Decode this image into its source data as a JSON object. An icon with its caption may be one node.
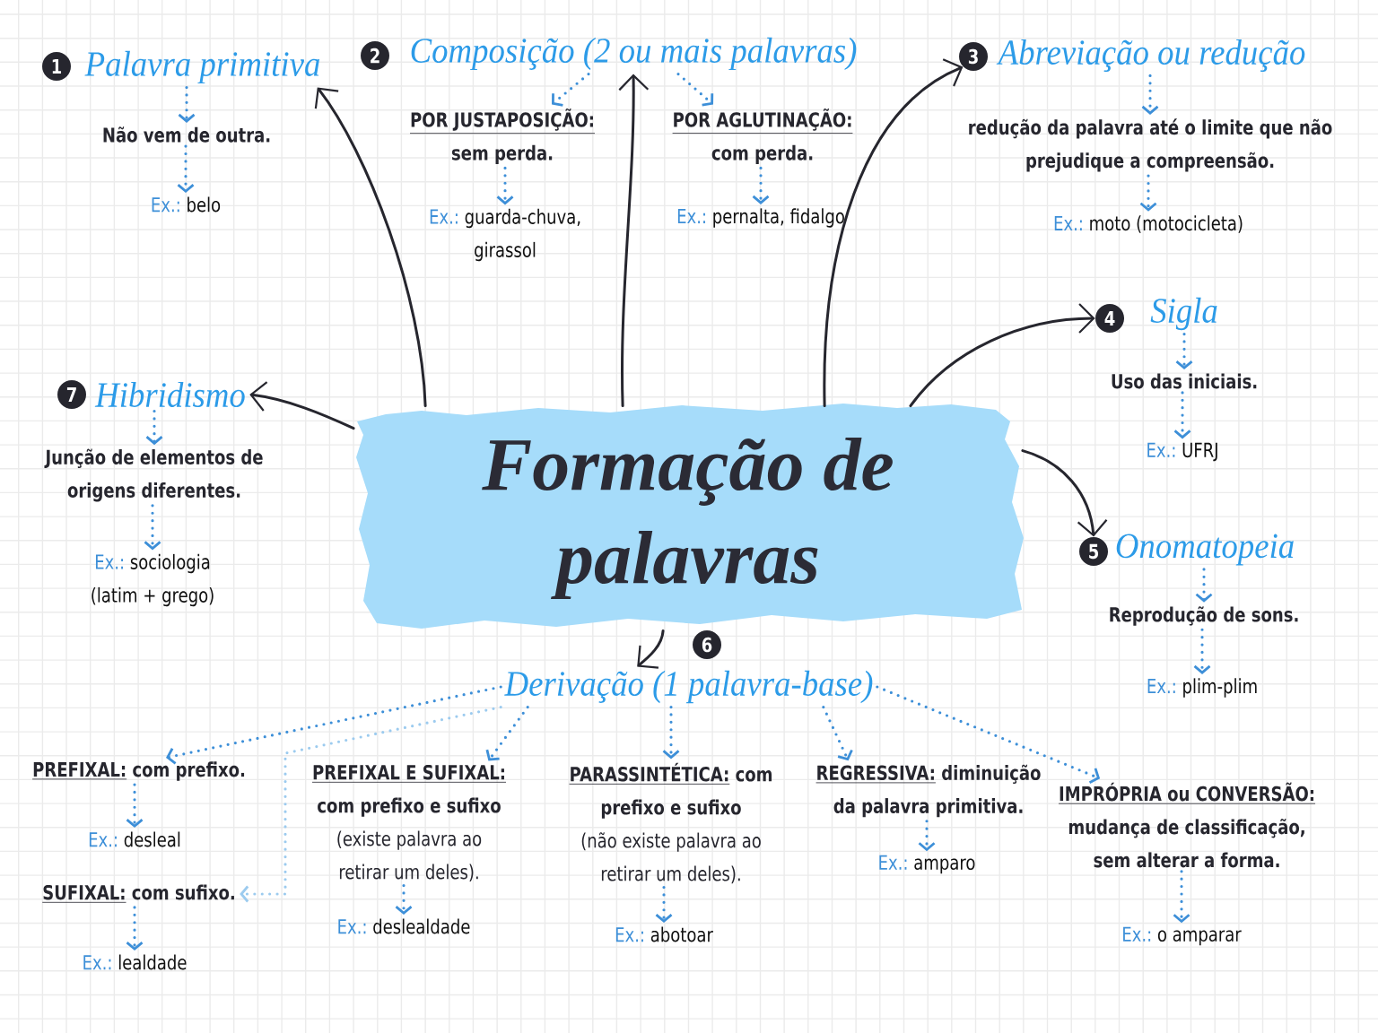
{
  "diagram": {
    "nodes": [
      {
        "text": [
          "Formação de palavras"
        ]
      },
      {
        "text": [
          "1",
          "Palavra primitiva"
        ]
      },
      {
        "text": [
          "Não vem de outra."
        ]
      },
      {
        "text": [
          "Ex.:",
          "belo"
        ]
      },
      {
        "text": [
          "2",
          "Composição (2 ou mais palavras)"
        ]
      },
      {
        "text": [
          "POR JUSTAPOSIÇÃO:",
          "sem perda."
        ]
      },
      {
        "text": [
          "Ex.:",
          "guarda-chuva, girassol"
        ]
      },
      {
        "text": [
          "POR AGLUTINAÇÃO:",
          "com perda."
        ]
      },
      {
        "text": [
          "Ex.:",
          "pernalta, fidalgo"
        ]
      },
      {
        "text": [
          "3",
          "Abreviação ou redução"
        ]
      },
      {
        "text": [
          "redução da palavra até o limite que não prejudique a compreensão."
        ]
      },
      {
        "text": [
          "Ex.:",
          "moto (motocicleta)"
        ]
      },
      {
        "text": [
          "4",
          "Sigla"
        ]
      },
      {
        "text": [
          "Uso das iniciais."
        ]
      },
      {
        "text": [
          "Ex.:",
          "UFRJ"
        ]
      },
      {
        "text": [
          "5",
          "Onomatopeia"
        ]
      },
      {
        "text": [
          "Reprodução de sons."
        ]
      },
      {
        "text": [
          "Ex.:",
          "plim-plim"
        ]
      },
      {
        "text": [
          "6",
          "Derivação (1 palavra-base)"
        ]
      },
      {
        "text": [
          "PREFIXAL:",
          "com prefixo."
        ]
      },
      {
        "text": [
          "Ex.:",
          "desleal"
        ]
      },
      {
        "text": [
          "SUFIXAL:",
          "com sufixo."
        ]
      },
      {
        "text": [
          "Ex.:",
          "lealdade"
        ]
      },
      {
        "text": [
          "PREFIXAL E SUFIXAL:",
          "com prefixo e sufixo",
          "(existe palavra ao retirar um deles)."
        ]
      },
      {
        "text": [
          "Ex.:",
          "deslealdade"
        ]
      },
      {
        "text": [
          "PARASSINTÉTICA:",
          "com prefixo e sufixo",
          "(não existe palavra ao retirar um deles)."
        ]
      },
      {
        "text": [
          "Ex.:",
          "abotoar"
        ]
      },
      {
        "text": [
          "REGRESSIVA:",
          "diminuição da palavra primitiva."
        ]
      },
      {
        "text": [
          "Ex.:",
          "amparo"
        ]
      },
      {
        "text": [
          "IMPRÓPRIA ou CONVERSÃO:",
          "mudança de classificação, sem alterar a forma."
        ]
      },
      {
        "text": [
          "Ex.:",
          "o amparar"
        ]
      },
      {
        "text": [
          "7",
          "Hibridismo"
        ]
      },
      {
        "text": [
          "Junção de elementos de origens diferentes."
        ]
      },
      {
        "text": [
          "Ex.:",
          "sociologia (latim + grego)"
        ]
      }
    ],
    "edges": [
      {
        "from": 0,
        "to": 1,
        "arrow": "to",
        "color": "#26262e"
      },
      {
        "from": 0,
        "to": 4,
        "arrow": "to",
        "color": "#26262e"
      },
      {
        "from": 0,
        "to": 9,
        "arrow": "to",
        "color": "#26262e"
      },
      {
        "from": 0,
        "to": 12,
        "arrow": "to",
        "color": "#26262e"
      },
      {
        "from": 0,
        "to": 15,
        "arrow": "to",
        "color": "#26262e"
      },
      {
        "from": 0,
        "to": 18,
        "arrow": "to",
        "color": "#26262e"
      },
      {
        "from": 0,
        "to": 31,
        "arrow": "to",
        "color": "#26262e"
      },
      {
        "from": 1,
        "to": 2,
        "arrow": "to",
        "style": "dashed"
      },
      {
        "from": 2,
        "to": 3,
        "arrow": "to",
        "style": "dashed"
      },
      {
        "from": 4,
        "to": 5,
        "arrow": "to",
        "style": "dashed"
      },
      {
        "from": 5,
        "to": 6,
        "arrow": "to",
        "style": "dashed"
      },
      {
        "from": 4,
        "to": 7,
        "arrow": "to",
        "style": "dashed"
      },
      {
        "from": 7,
        "to": 8,
        "arrow": "to",
        "style": "dashed"
      },
      {
        "from": 9,
        "to": 10,
        "arrow": "to",
        "style": "dashed"
      },
      {
        "from": 10,
        "to": 11,
        "arrow": "to",
        "style": "dashed"
      },
      {
        "from": 12,
        "to": 13,
        "arrow": "to",
        "style": "dashed"
      },
      {
        "from": 13,
        "to": 14,
        "arrow": "to",
        "style": "dashed"
      },
      {
        "from": 15,
        "to": 16,
        "arrow": "to",
        "style": "dashed"
      },
      {
        "from": 16,
        "to": 17,
        "arrow": "to",
        "style": "dashed"
      },
      {
        "from": 18,
        "to": 19,
        "arrow": "to",
        "style": "dashed"
      },
      {
        "from": 19,
        "to": 20,
        "arrow": "to",
        "style": "dashed"
      },
      {
        "from": 18,
        "to": 21,
        "arrow": "to",
        "style": "dashed",
        "color": "#9ccbef"
      },
      {
        "from": 21,
        "to": 22,
        "arrow": "to",
        "style": "dashed"
      },
      {
        "from": 18,
        "to": 23,
        "arrow": "to",
        "style": "dashed"
      },
      {
        "from": 23,
        "to": 24,
        "arrow": "to",
        "style": "dashed"
      },
      {
        "from": 18,
        "to": 25,
        "arrow": "to",
        "style": "dashed"
      },
      {
        "from": 25,
        "to": 26,
        "arrow": "to",
        "style": "dashed"
      },
      {
        "from": 18,
        "to": 27,
        "arrow": "to",
        "style": "dashed"
      },
      {
        "from": 27,
        "to": 28,
        "arrow": "to",
        "style": "dashed"
      },
      {
        "from": 18,
        "to": 29,
        "arrow": "to",
        "style": "dashed"
      },
      {
        "from": 29,
        "to": 30,
        "arrow": "to",
        "style": "dashed"
      },
      {
        "from": 31,
        "to": 32,
        "arrow": "to",
        "style": "dashed"
      },
      {
        "from": 32,
        "to": 33,
        "arrow": "to",
        "style": "dashed"
      }
    ]
  }
}
